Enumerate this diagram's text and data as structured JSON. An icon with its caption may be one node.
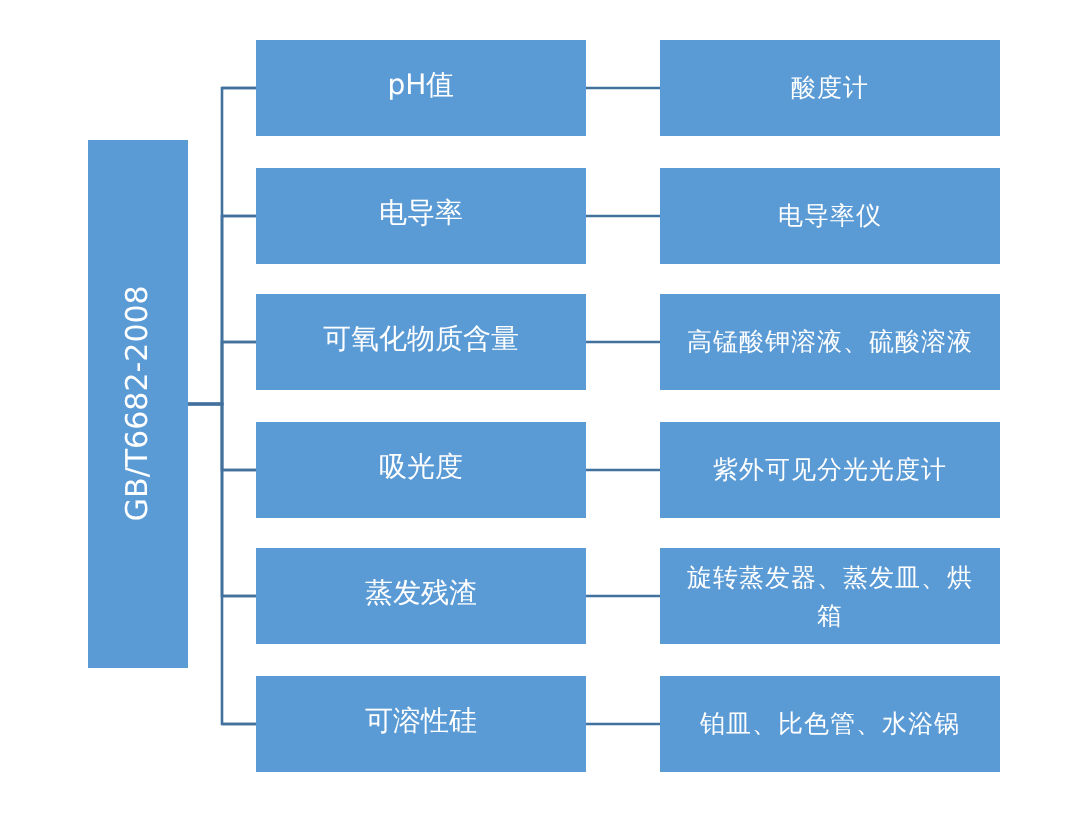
{
  "diagram": {
    "nodes": [
      {
        "text": [
          "GB/T6682-2008"
        ]
      },
      {
        "text": [
          "pH值"
        ]
      },
      {
        "text": [
          "酸度计"
        ]
      },
      {
        "text": [
          "电导率"
        ]
      },
      {
        "text": [
          "电导率仪"
        ]
      },
      {
        "text": [
          "可氧化物质含量"
        ]
      },
      {
        "text": [
          "高锰酸钾溶液、硫酸溶液"
        ]
      },
      {
        "text": [
          "吸光度"
        ]
      },
      {
        "text": [
          "紫外可见分光光度计"
        ]
      },
      {
        "text": [
          "蒸发残渣"
        ]
      },
      {
        "text": [
          "旋转蒸发器、蒸发皿、烘箱"
        ]
      },
      {
        "text": [
          "可溶性硅"
        ]
      },
      {
        "text": [
          "铂皿、比色管、水浴锅"
        ]
      }
    ],
    "edges": [
      {
        "from": 0,
        "to": 1,
        "arrow": "none"
      },
      {
        "from": 0,
        "to": 3,
        "arrow": "none"
      },
      {
        "from": 0,
        "to": 5,
        "arrow": "none"
      },
      {
        "from": 0,
        "to": 7,
        "arrow": "none"
      },
      {
        "from": 0,
        "to": 9,
        "arrow": "none"
      },
      {
        "from": 0,
        "to": 11,
        "arrow": "none"
      },
      {
        "from": 1,
        "to": 2,
        "arrow": "none"
      },
      {
        "from": 3,
        "to": 4,
        "arrow": "none"
      },
      {
        "from": 5,
        "to": 6,
        "arrow": "none"
      },
      {
        "from": 7,
        "to": 8,
        "arrow": "none"
      },
      {
        "from": 9,
        "to": 10,
        "arrow": "none"
      },
      {
        "from": 11,
        "to": 12,
        "arrow": "none"
      }
    ]
  }
}
